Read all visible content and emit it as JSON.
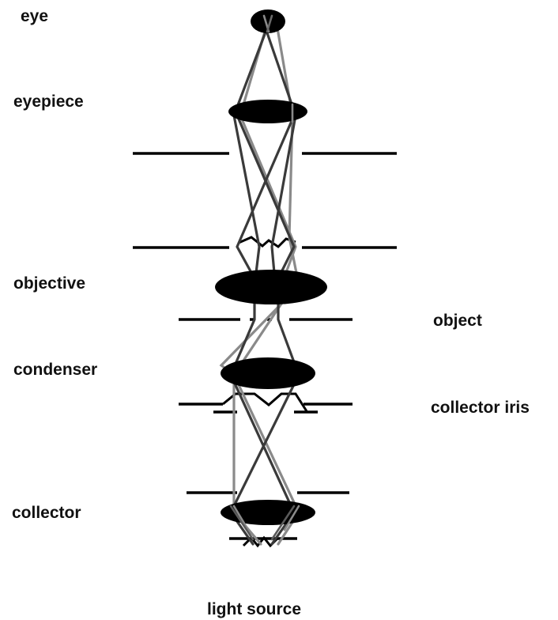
{
  "labels": {
    "eye": "eye",
    "eyepiece": "eyepiece",
    "objective": "objective",
    "object": "object",
    "condenser": "condenser",
    "collector_iris": "collector iris",
    "collector": "collector",
    "light_source": "light source"
  },
  "colors": {
    "lens": "#000000",
    "plane": "#000000",
    "ray_dark": "#3a3a3a",
    "ray_gray": "#8a8a8a",
    "text": "#111111"
  }
}
